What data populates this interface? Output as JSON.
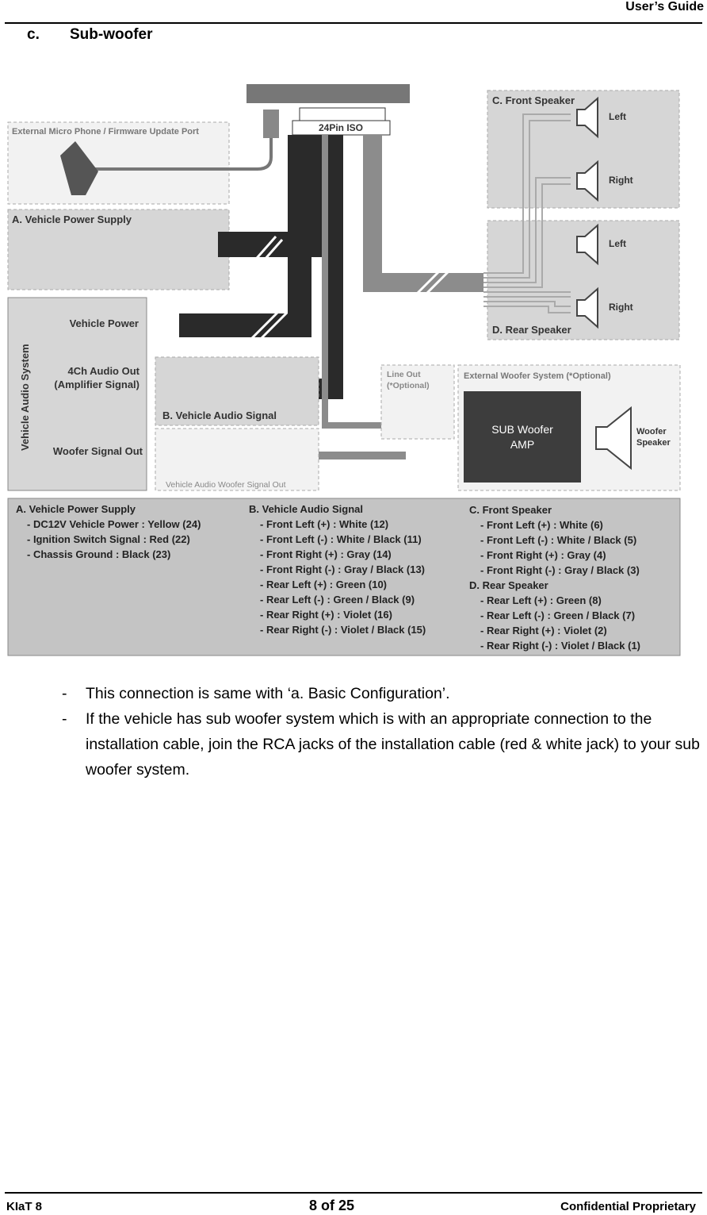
{
  "header": {
    "title": "User’s Guide"
  },
  "section": {
    "number": "c.",
    "title": "Sub-woofer"
  },
  "diagram": {
    "connector_label": "24Pin ISO",
    "mic_port_label": "External Micro Phone / Firmware Update Port",
    "power_supply_label": "A. Vehicle Power Supply",
    "front_speaker_label": "C. Front Speaker",
    "rear_speaker_label": "D. Rear Speaker",
    "left": "Left",
    "right": "Right",
    "vehicle_audio_system": "Vehicle Audio System",
    "vehicle_power": "Vehicle Power",
    "audio_out_1": "4Ch Audio Out",
    "audio_out_2": "(Amplifier Signal)",
    "woofer_signal_out": "Woofer Signal Out",
    "audio_signal_label": "B. Vehicle Audio Signal",
    "line_out_1": "Line Out",
    "line_out_2": "(*Optional)",
    "ext_woofer_label": "External Woofer System (*Optional)",
    "amp_1": "SUB Woofer",
    "amp_2": "AMP",
    "woofer_speaker_1": "Woofer",
    "woofer_speaker_2": "Speaker",
    "woofer_out_label": "Vehicle Audio Woofer Signal Out",
    "legend": {
      "a_title": "A. Vehicle Power Supply",
      "a_items": [
        "- DC12V Vehicle Power : Yellow (24)",
        "- Ignition Switch Signal : Red (22)",
        "- Chassis Ground : Black (23)"
      ],
      "b_title": "B. Vehicle Audio Signal",
      "b_items": [
        "- Front Left (+) : White (12)",
        "- Front Left (-) : White / Black (11)",
        "- Front Right (+) : Gray (14)",
        "- Front Right (-) : Gray / Black (13)",
        "- Rear Left (+) : Green (10)",
        "- Rear Left (-) : Green / Black (9)",
        "- Rear Right (+) : Violet (16)",
        "- Rear Right (-) : Violet / Black (15)"
      ],
      "c_title": "C. Front Speaker",
      "c_items": [
        "- Front Left (+) : White (6)",
        "- Front Left (-) : White / Black (5)",
        "- Front Right (+) : Gray (4)",
        "- Front Right (-) : Gray / Black (3)"
      ],
      "d_title": "D. Rear Speaker",
      "d_items": [
        "- Rear Left (+) : Green (8)",
        "- Rear Left (-) : Green / Black (7)",
        "- Rear Right (+) : Violet (2)",
        "- Rear Right (-) : Violet / Black (1)"
      ]
    }
  },
  "bullets": [
    "This connection is same with ‘a. Basic Configuration’.",
    "If the vehicle has sub woofer system which is with an appropriate connection to the installation cable, join the RCA jacks of the installation cable (red & white jack) to your sub woofer system."
  ],
  "footer": {
    "left": "KIaT 8",
    "page": "8 of 25",
    "right": "Confidential Proprietary"
  },
  "colors": {
    "cable_dark": "#2a2a2a",
    "cable_gray": "#8c8c8c",
    "box_fill": "#d6d6d6",
    "amp_fill": "#3d3d3d"
  }
}
